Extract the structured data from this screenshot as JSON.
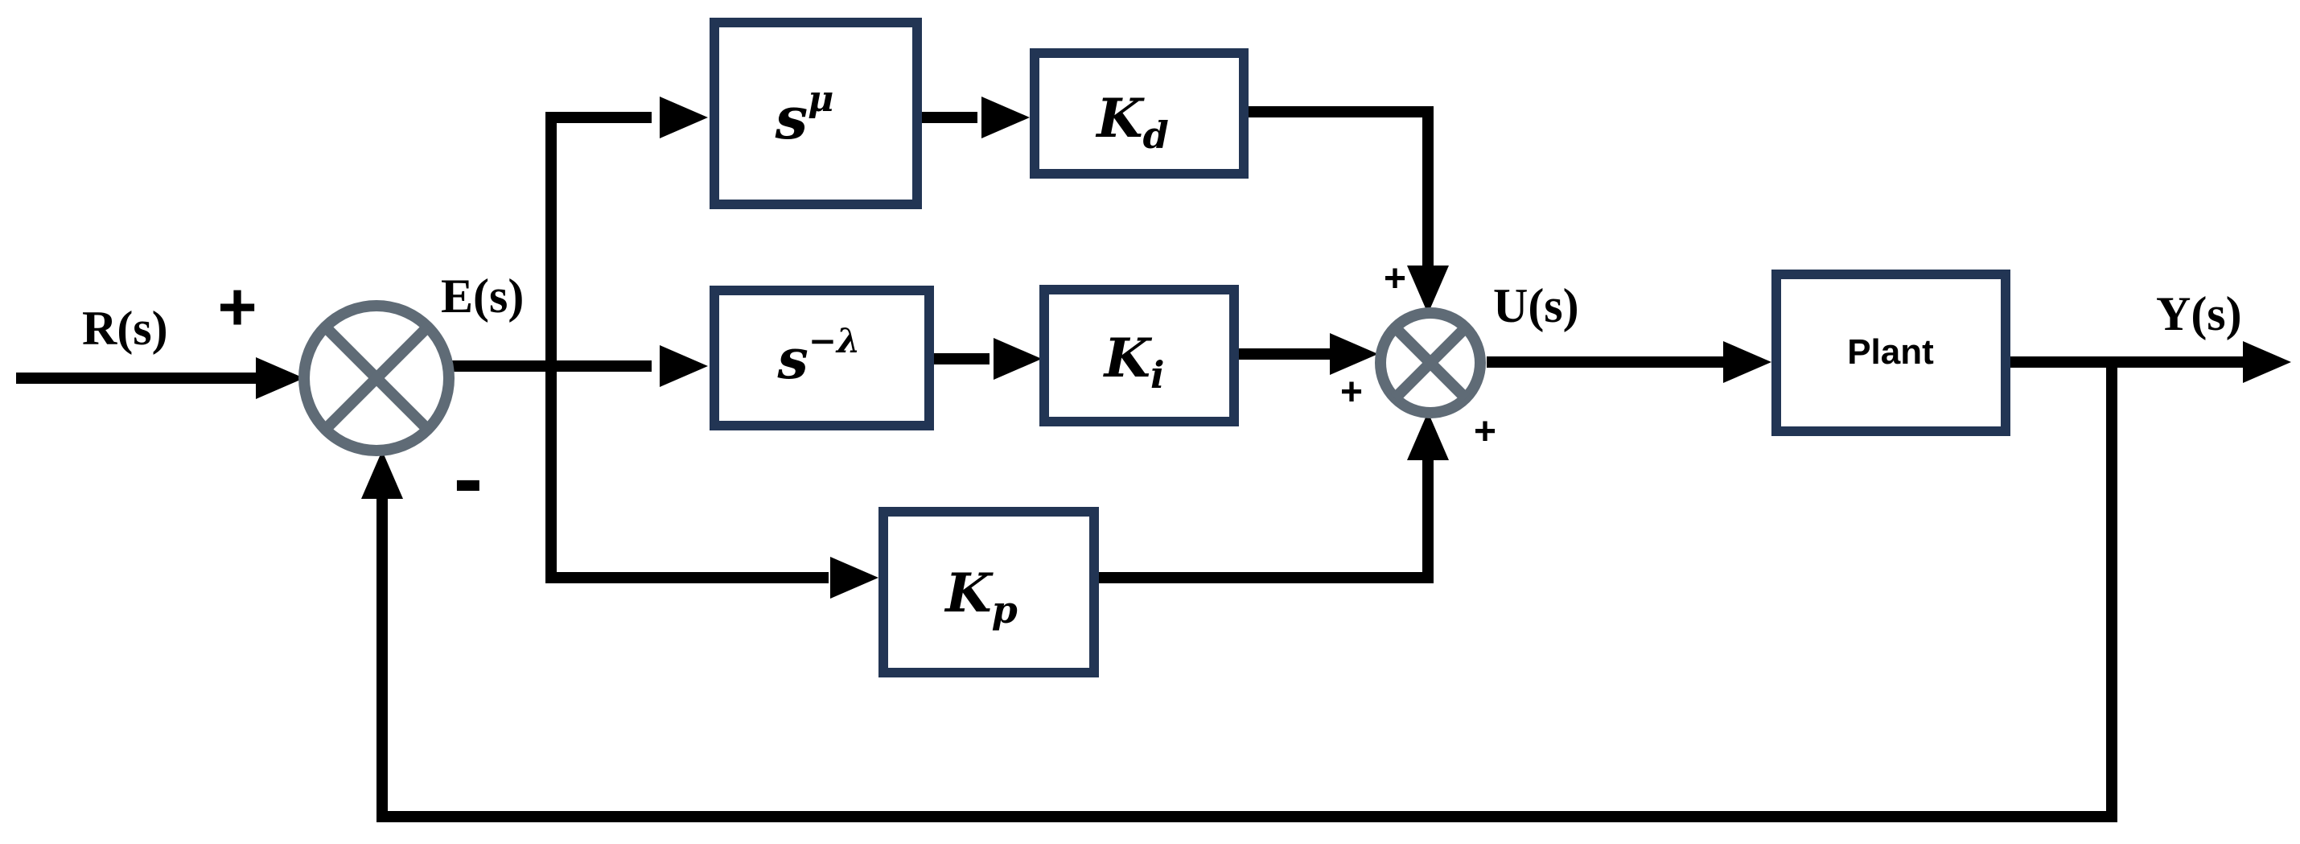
{
  "signals": {
    "reference": "R(s)",
    "error": "E(s)",
    "control": "U(s)",
    "output": "Y(s)"
  },
  "blocks": {
    "derivative_operator": {
      "base": "s",
      "exponent": "μ"
    },
    "derivative_gain": {
      "base": "K",
      "subscript": "d"
    },
    "integral_operator": {
      "base": "s",
      "exponent": "−λ"
    },
    "integral_gain": {
      "base": "K",
      "subscript": "i"
    },
    "proportional_gain": {
      "base": "K",
      "subscript": "p"
    },
    "plant": {
      "label": "Plant"
    }
  },
  "summing_junctions": {
    "error_junction": {
      "plus_sign": "+",
      "minus_sign": "-"
    },
    "control_junction": {
      "top_sign": "+",
      "left_sign": "+",
      "bottom_sign": "+"
    }
  },
  "colors": {
    "line": "#000000",
    "block_border": "#223554",
    "junction": "#5f6b76"
  }
}
